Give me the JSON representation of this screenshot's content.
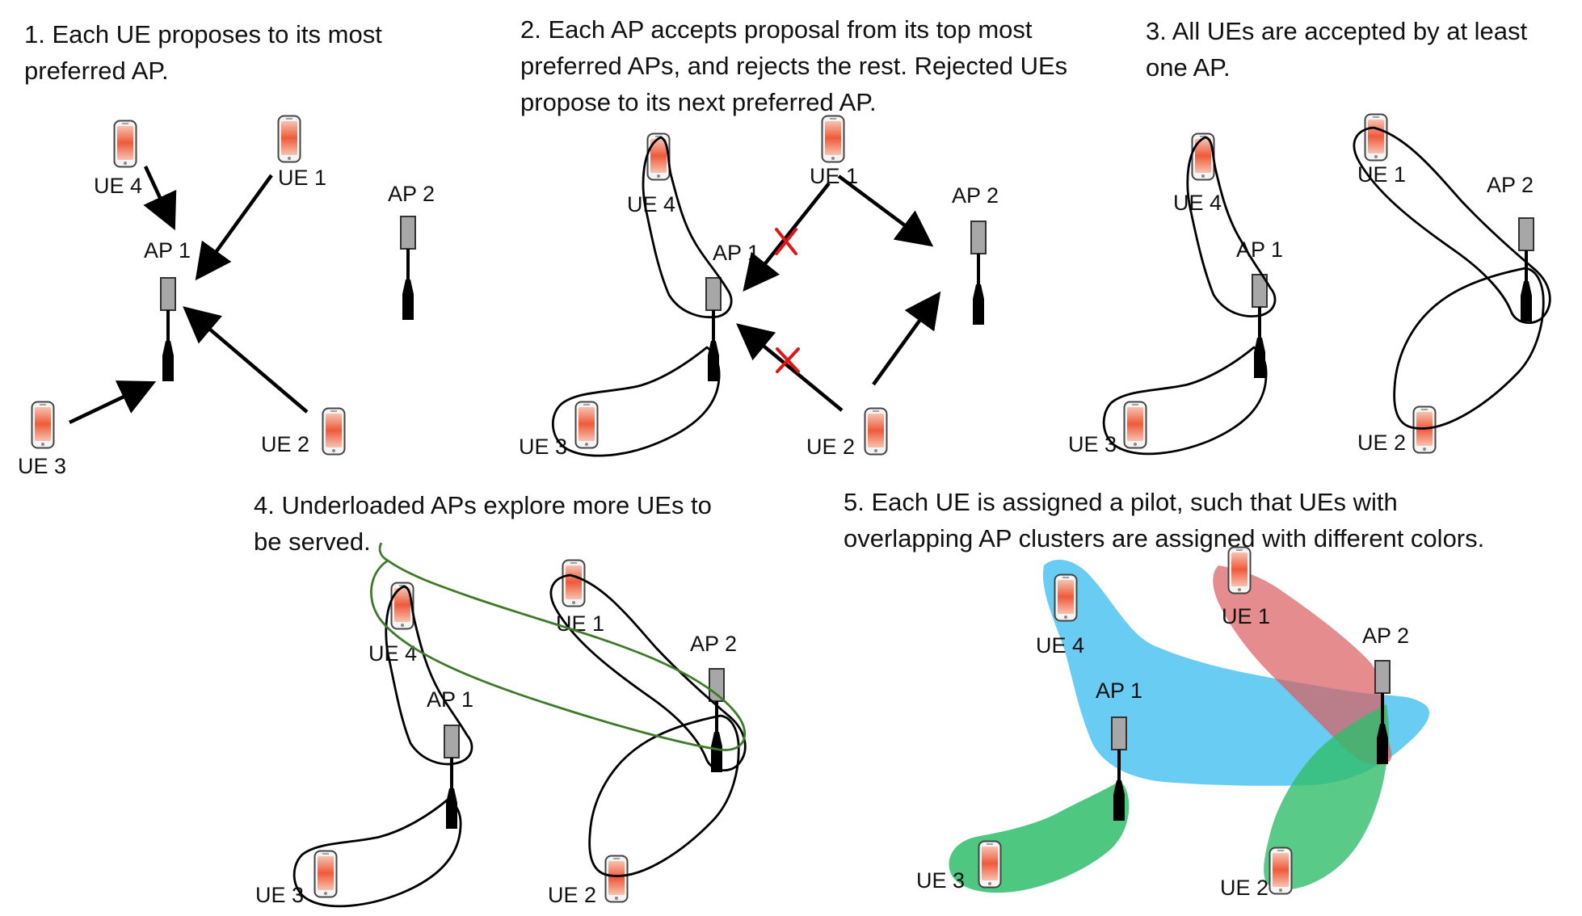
{
  "steps": [
    {
      "caption": "1. Each UE proposes to its most\npreferred AP."
    },
    {
      "caption": "2. Each AP accepts proposal from its top most\npreferred APs, and rejects the rest. Rejected UEs\npropose to its next preferred AP."
    },
    {
      "caption": "3. All UEs are accepted by at least\none AP."
    },
    {
      "caption": "4. Underloaded APs explore more UEs to\nbe served."
    },
    {
      "caption": "5. Each UE is assigned a pilot, such that UEs with\noverlapping AP clusters are assigned with different colors."
    }
  ],
  "labels": {
    "ue1": "UE 1",
    "ue2": "UE 2",
    "ue3": "UE 3",
    "ue4": "UE 4",
    "ap1": "AP 1",
    "ap2": "AP 2"
  },
  "colors": {
    "arrow": "#000000",
    "reject_mark": "#e01515",
    "cluster_outline": "#000000",
    "explore_outline": "#3e7a2a",
    "pilot_blue": "#4fc3f1",
    "pilot_red": "#d95f63",
    "pilot_green": "#2fbd6a",
    "phone_screen": "#ef5a3a"
  },
  "icons": [
    "phone-icon",
    "access-point-icon",
    "reject-x-icon"
  ]
}
